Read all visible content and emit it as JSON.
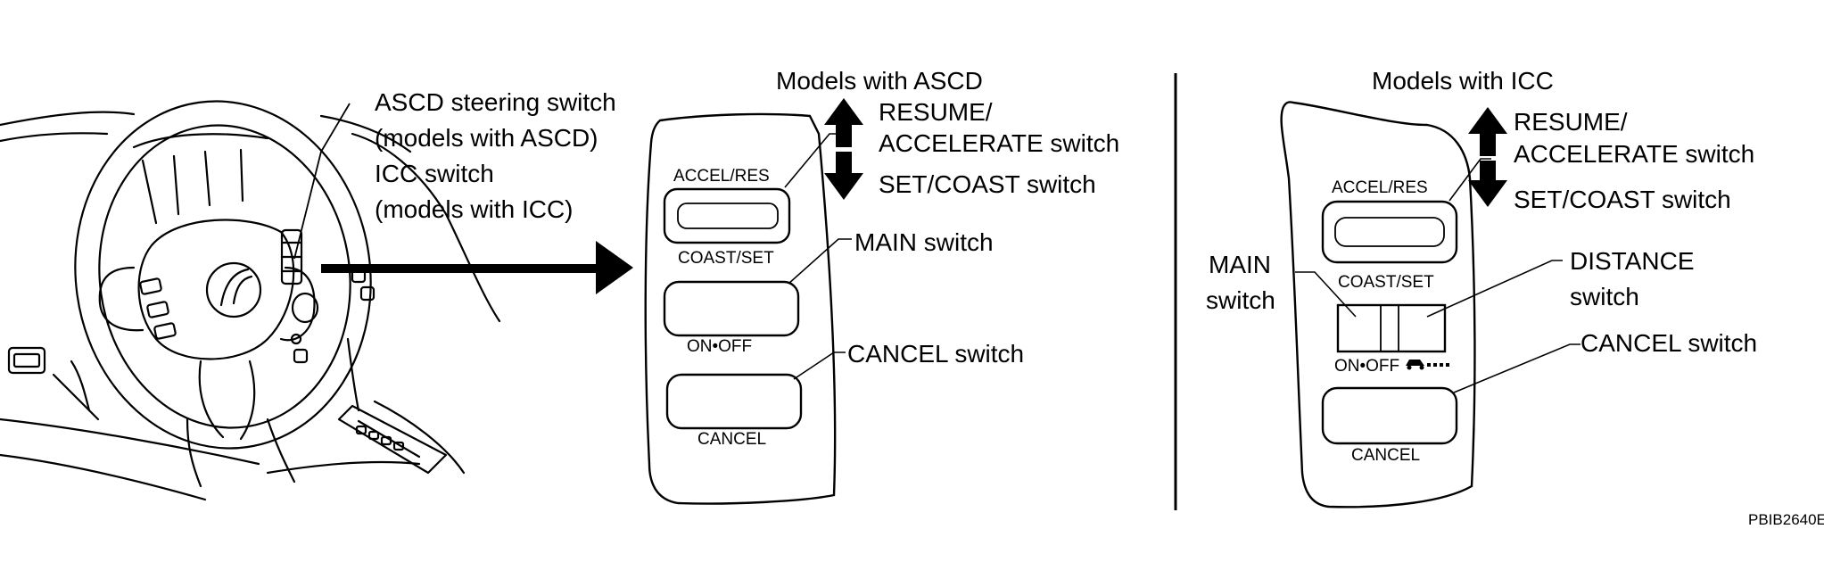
{
  "steering": {
    "callout_lines": [
      "ASCD steering switch",
      "(models with ASCD)",
      "ICC switch",
      "(models with ICC)"
    ]
  },
  "ascd": {
    "title": "Models with ASCD",
    "resume_lines": [
      "RESUME/",
      "ACCELERATE switch"
    ],
    "set_coast": "SET/COAST switch",
    "main": "MAIN switch",
    "cancel": "CANCEL switch",
    "button_accel_res": "ACCEL/RES",
    "button_coast_set": "COAST/SET",
    "button_on_off": "ON•OFF",
    "button_cancel": "CANCEL"
  },
  "icc": {
    "title": "Models with ICC",
    "resume_lines": [
      "RESUME/",
      "ACCELERATE switch"
    ],
    "set_coast": "SET/COAST switch",
    "main_lines": [
      "MAIN",
      "switch"
    ],
    "distance_lines": [
      "DISTANCE",
      "switch"
    ],
    "cancel": "CANCEL switch",
    "button_accel_res": "ACCEL/RES",
    "button_coast_set": "COAST/SET",
    "button_on_off": "ON•OFF",
    "button_cancel": "CANCEL"
  },
  "figure_code": "PBIB2640E"
}
